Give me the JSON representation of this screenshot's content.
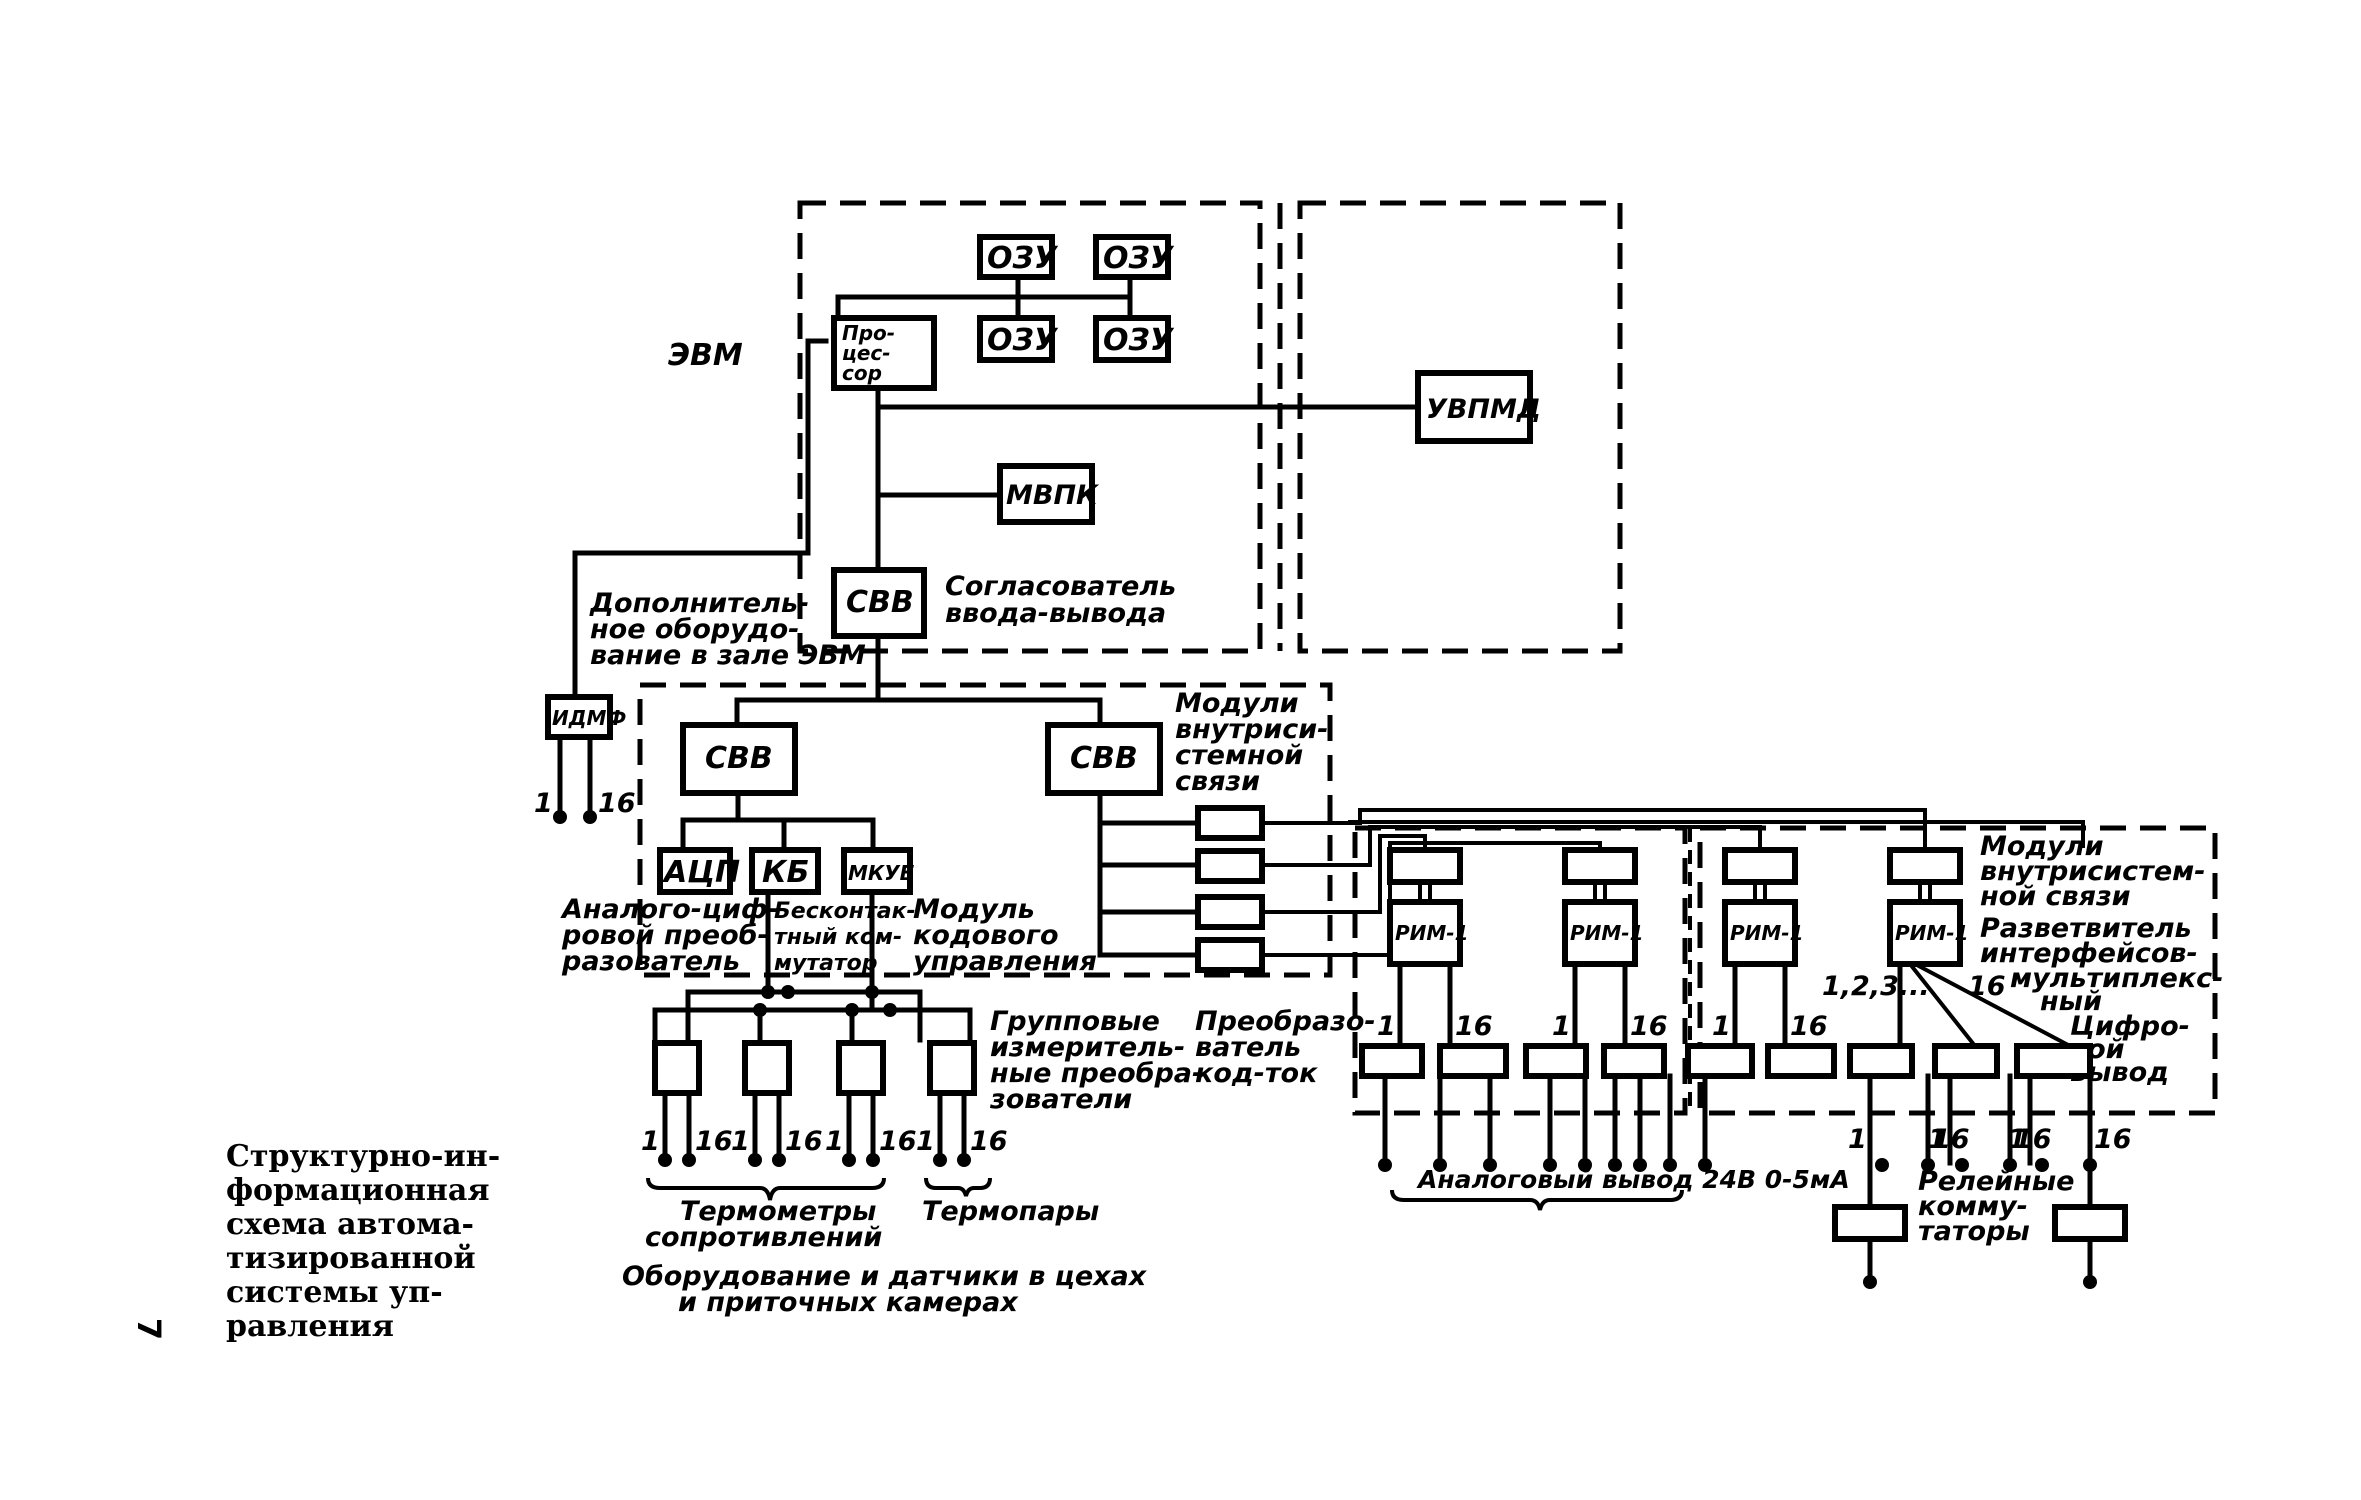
{
  "figure": {
    "caption_lines": [
      "Структурно-ин-",
      "формационная",
      "схема автома-",
      "тизированной",
      "системы уп-",
      "равления"
    ],
    "page_number": "7"
  },
  "computer": {
    "label": "ЭВМ",
    "processor_lines": [
      "Про-",
      "цес-",
      "сор"
    ],
    "ram_label": "ОЗУ",
    "uvpmd": "УВПМД",
    "mvpk": "МВПК",
    "svv": "СВВ",
    "svv_note_lines": [
      "Согласователь",
      "ввода-вывода"
    ]
  },
  "extra": {
    "block": "ИДМФ",
    "note_lines": [
      "Дополнитель-",
      "ное оборудо-",
      "вание в зале ЭВМ"
    ],
    "pin_first": "1",
    "pin_last": "16"
  },
  "io_rack": {
    "svv_left": "СВВ",
    "svv_right": "СВВ",
    "adc": "АЦП",
    "kb": "КБ",
    "mkub": "МКУБ",
    "adc_note_lines": [
      "Аналого-циф-",
      "ровой преоб-",
      "разователь"
    ],
    "kb_note_lines": [
      "Бесконтак-",
      "тный ком-",
      "мутатор"
    ],
    "mkub_note_lines": [
      "Модуль",
      "кодового",
      "управления"
    ],
    "modules_note_lines": [
      "Модули",
      "внутриси-",
      "стемной",
      "связи"
    ]
  },
  "field": {
    "group_note_lines": [
      "Групповые",
      "измеритель-",
      "ные преобра-",
      "зователи"
    ],
    "pin_first": "1",
    "pin_last": "16",
    "rtd_lines": [
      "Термометры",
      "сопротивлений"
    ],
    "thermocouples": "Термопары",
    "equipment_lines": [
      "Оборудование и датчики в цехах",
      "и приточных камерах"
    ]
  },
  "remote": {
    "converter_note_lines": [
      "Преобразо-",
      "ватель",
      "код-ток"
    ],
    "rim_label": "РИМ-1",
    "modules_note_lines": [
      "Модули",
      "внутрисистем-",
      "ной связи"
    ],
    "splitter_note_lines": [
      "Разветвитель",
      "интерфейсов-",
      "мультиплекс-",
      "ный"
    ],
    "digital_note_lines": [
      "Цифро-",
      "вой",
      "вывод"
    ],
    "seq_label": "1,2,3...",
    "pin_first": "1",
    "pin_last": "16",
    "analog_output": "Аналоговый вывод 24В 0-5мА",
    "relay_note_lines": [
      "Релейные",
      "комму-",
      "таторы"
    ]
  }
}
